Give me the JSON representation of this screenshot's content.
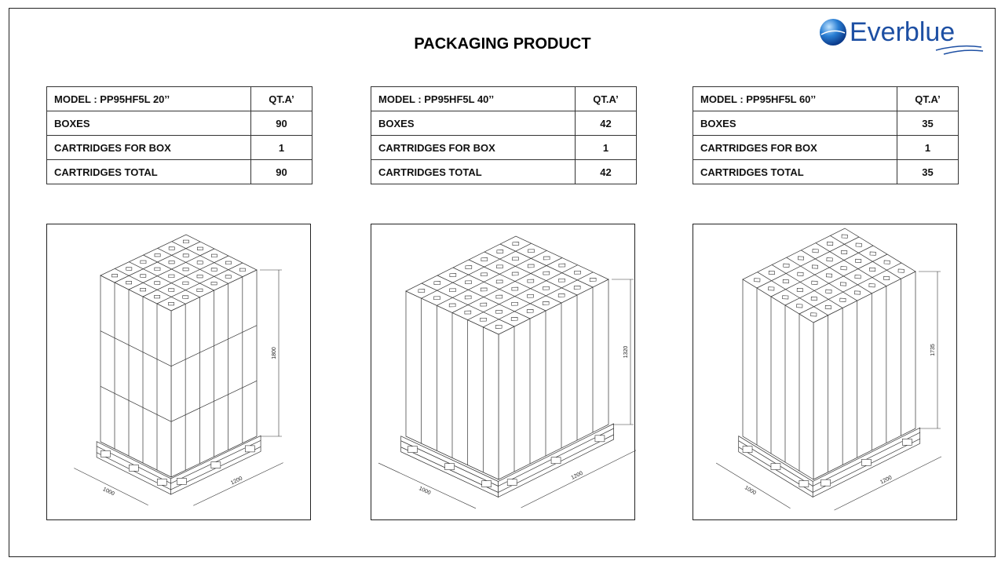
{
  "title": "PACKAGING PRODUCT",
  "logo": {
    "text": "Everblue",
    "color": "#1d4fa3"
  },
  "tables": [
    {
      "model": "MODEL : PP95HF5L  20’’",
      "qty_header": "QT.A’",
      "rows": [
        {
          "label": "BOXES",
          "value": "90"
        },
        {
          "label": "CARTRIDGES FOR BOX",
          "value": "1"
        },
        {
          "label": "CARTRIDGES TOTAL",
          "value": "90"
        }
      ]
    },
    {
      "model": "MODEL : PP95HF5L  40’’",
      "qty_header": "QT.A’",
      "rows": [
        {
          "label": "BOXES",
          "value": "42"
        },
        {
          "label": "CARTRIDGES FOR BOX",
          "value": "1"
        },
        {
          "label": "CARTRIDGES TOTAL",
          "value": "42"
        }
      ]
    },
    {
      "model": "MODEL : PP95HF5L  60’’",
      "qty_header": "QT.A’",
      "rows": [
        {
          "label": "BOXES",
          "value": "35"
        },
        {
          "label": "CARTRIDGES FOR BOX",
          "value": "1"
        },
        {
          "label": "CARTRIDGES TOTAL",
          "value": "35"
        }
      ]
    }
  ],
  "drawings": [
    {
      "height_label": "1800",
      "width_label": "1200",
      "depth_label": "1000"
    },
    {
      "height_label": "1320",
      "width_label": "1200",
      "depth_label": "1000"
    },
    {
      "height_label": "1735",
      "width_label": "1200",
      "depth_label": "1000"
    }
  ]
}
